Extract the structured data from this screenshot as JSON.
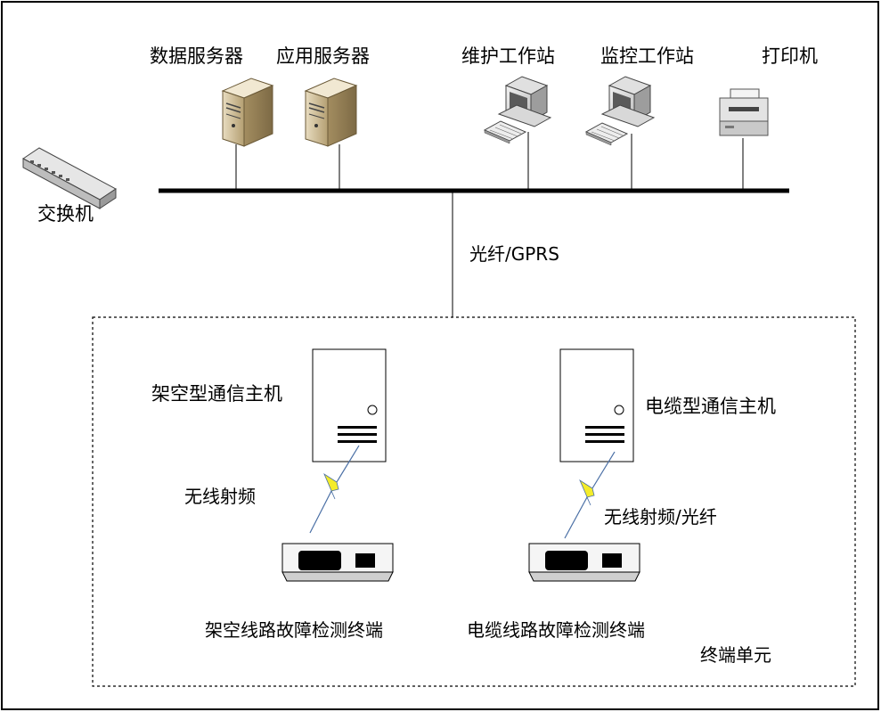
{
  "network": {
    "switch_label": "交换机",
    "data_server_label": "数据服务器",
    "app_server_label": "应用服务器",
    "maintenance_ws_label": "维护工作站",
    "monitor_ws_label": "监控工作站",
    "printer_label": "打印机",
    "link_label": "光纤/GPRS"
  },
  "terminal_unit": {
    "region_label": "终端单元",
    "overhead_host_label": "架空型通信主机",
    "cable_host_label": "电缆型通信主机",
    "overhead_link_label": "无线射频",
    "cable_link_label": "无线射频/光纤",
    "overhead_terminal_label": "架空线路故障检测终端",
    "cable_terminal_label": "电缆线路故障检测终端"
  },
  "colors": {
    "frame": "#000000",
    "bus": "#000000",
    "server_body": "#d9c9a3",
    "server_shade": "#b8a57a",
    "lightning_fill": "#f4ec2a",
    "lightning_stroke": "#4a6fa5"
  },
  "icons": {
    "switch": "network-switch-icon",
    "server": "tower-server-icon",
    "workstation": "desktop-workstation-icon",
    "printer": "printer-icon",
    "host": "communication-host-icon",
    "terminal": "fault-detection-terminal-icon",
    "wireless": "lightning-bolt-icon"
  }
}
